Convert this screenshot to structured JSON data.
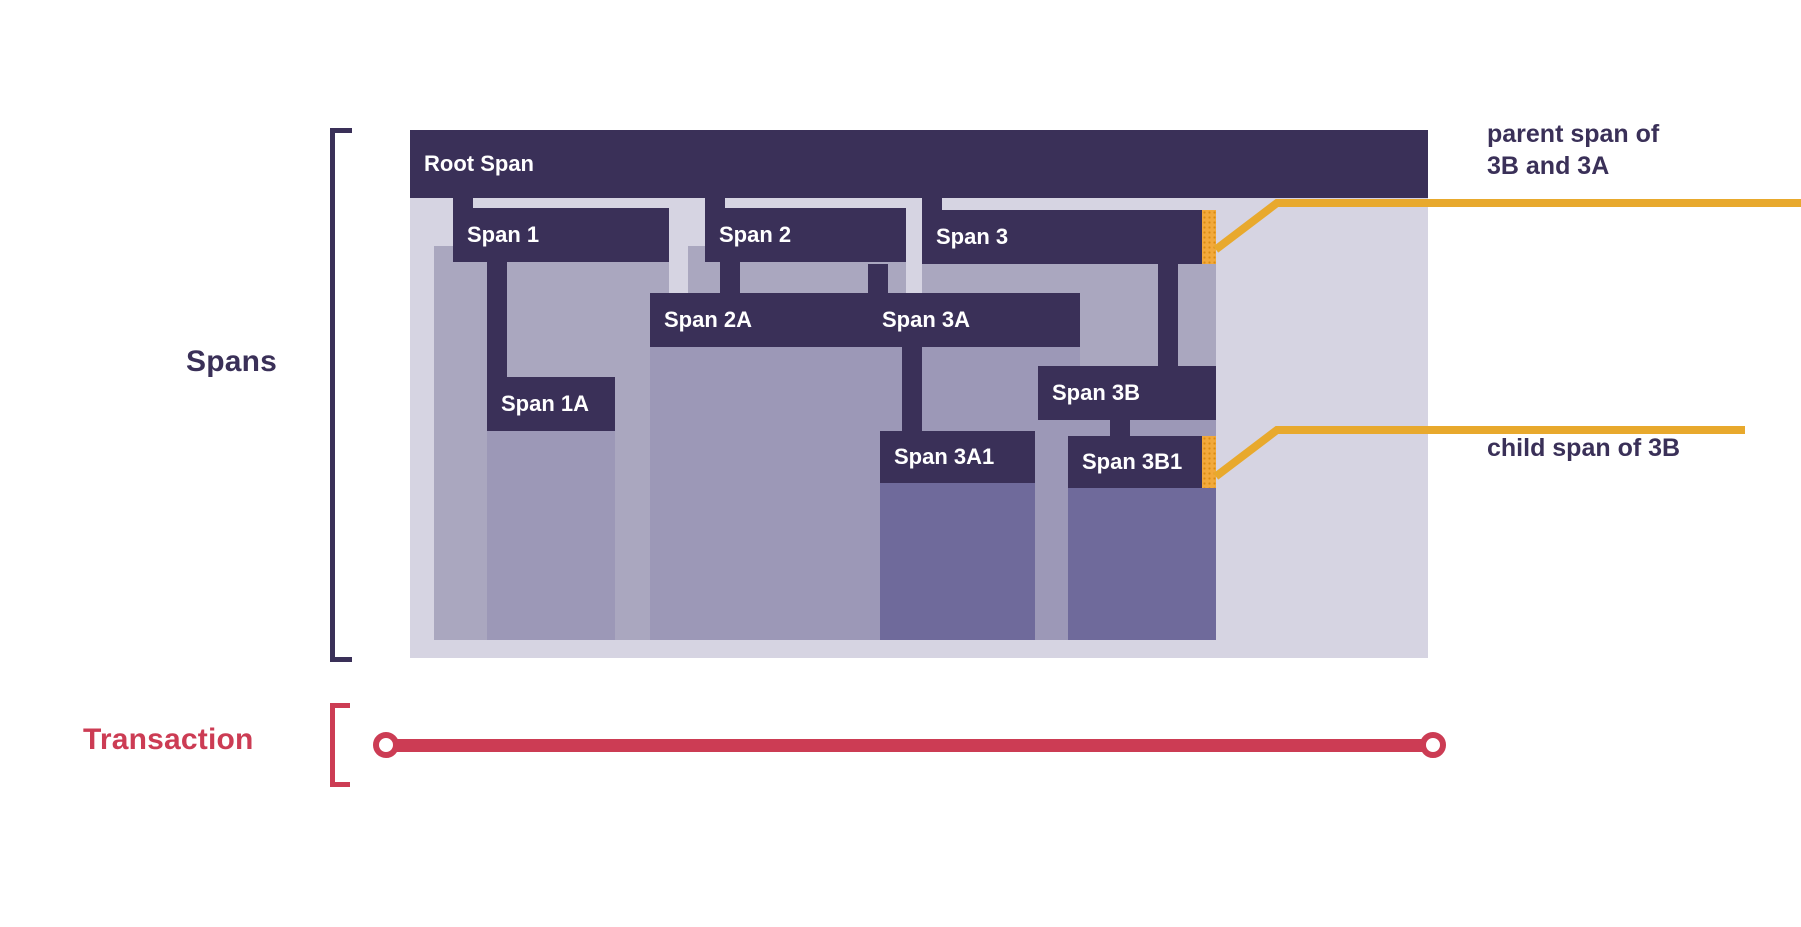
{
  "diagram": {
    "title_hidden": "",
    "labels": {
      "spans": "Spans",
      "transaction": "Transaction"
    },
    "colors": {
      "dark_purple": "#3a3058",
      "mid_lavender": "#aaa7bf",
      "deep_lavender": "#6f6a9b",
      "pale_pane": "#d6d4e2",
      "crimson": "#cc3c54",
      "amber": "#f2a93b"
    }
  },
  "spans": [
    {
      "id": "root",
      "label": "Root Span"
    },
    {
      "id": "s1",
      "label": "Span 1"
    },
    {
      "id": "s1a",
      "label": "Span 1A"
    },
    {
      "id": "s2",
      "label": "Span 2"
    },
    {
      "id": "s2a",
      "label": "Span 2A"
    },
    {
      "id": "s3",
      "label": "Span 3"
    },
    {
      "id": "s3a",
      "label": "Span 3A"
    },
    {
      "id": "s3a1",
      "label": "Span 3A1"
    },
    {
      "id": "s3b",
      "label": "Span 3B"
    },
    {
      "id": "s3b1",
      "label": "Span 3B1"
    }
  ],
  "callouts": [
    {
      "id": "parent",
      "text": "parent span of\n3B and 3A",
      "target": "Span 3"
    },
    {
      "id": "child",
      "text": "child span of 3B",
      "target": "Span 3B1"
    }
  ],
  "transaction": {
    "start_marker": "start",
    "end_marker": "end"
  }
}
